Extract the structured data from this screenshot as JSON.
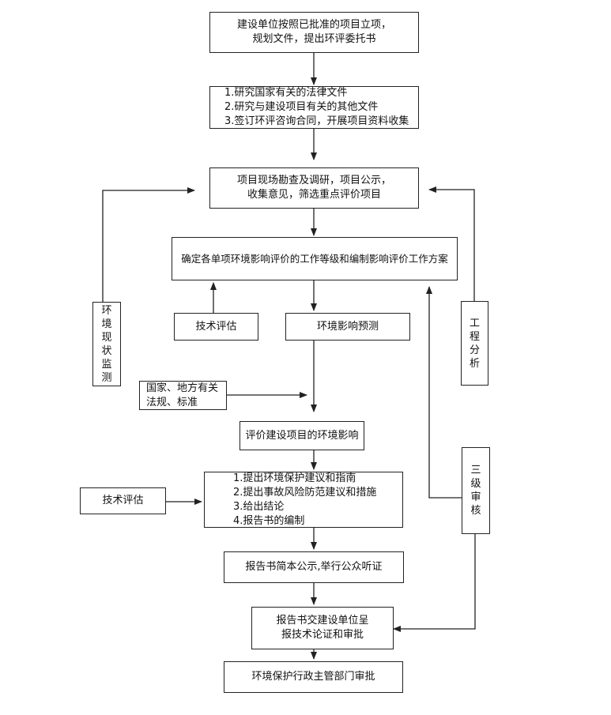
{
  "nodes": {
    "n1": [
      "建设单位按照已批准的项目立项，",
      "规划文件，提出环评委托书"
    ],
    "n2": [
      "1.研究国家有关的法律文件",
      "2.研究与建设项目有关的其他文件",
      "3.签订环评咨询合同，开展项目资料收集"
    ],
    "n3": [
      "项目现场勘查及调研，项目公示，",
      "收集意见，筛选重点评价项目"
    ],
    "n4": [
      "确定各单项环境影响评价的工作等级和编制影响评价工作方案"
    ],
    "tech1": [
      "技术评估"
    ],
    "predict": [
      "环境影响预测"
    ],
    "law": [
      "国家、地方有关",
      "法规、标准"
    ],
    "eval": [
      "评价建设项目的环境影响"
    ],
    "tech2": [
      "技术评估"
    ],
    "n6": [
      "1.提出环境保护建议和指南",
      "2.提出事故风险防范建议和措施",
      "3.给出结论",
      "4.报告书的编制"
    ],
    "n7": [
      "报告书简本公示,举行公众听证"
    ],
    "n8": [
      "报告书交建设单位呈",
      "报技术论证和审批"
    ],
    "n9": [
      "环境保护行政主管部门审批"
    ],
    "monitor": [
      "环",
      "境",
      "现",
      "状",
      "监",
      "测"
    ],
    "engineering": [
      "工",
      "程",
      "分",
      "析"
    ],
    "review": [
      "三",
      "级",
      "审",
      "核"
    ]
  },
  "colors": {
    "line": "#222222",
    "background": "#ffffff"
  }
}
